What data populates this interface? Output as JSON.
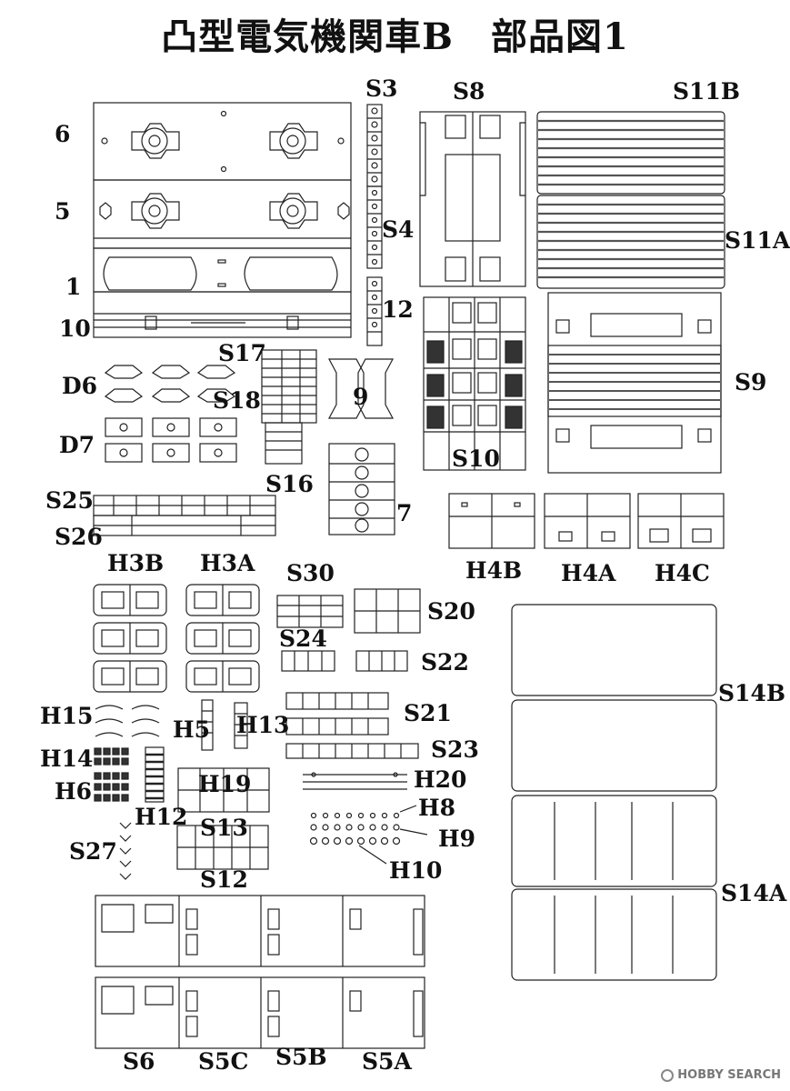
{
  "title": "凸型電気機関車B　部品図1",
  "labels": {
    "p6": "6",
    "p5": "5",
    "p1": "1",
    "p10": "10",
    "s3": "S3",
    "s4": "S4",
    "s8": "S8",
    "s11b": "S11B",
    "s11a": "S11A",
    "p12": "12",
    "s9": "S9",
    "s17": "S17",
    "s18": "S18",
    "d6": "D6",
    "d7": "D7",
    "p9": "9",
    "s16": "S16",
    "s10": "S10",
    "p7": "7",
    "s25": "S25",
    "s26": "S26",
    "h4b": "H4B",
    "h4a": "H4A",
    "h4c": "H4C",
    "h3b": "H3B",
    "h3a": "H3A",
    "s30": "S30",
    "s20": "S20",
    "s24": "S24",
    "s22": "S22",
    "s14b": "S14B",
    "h15": "H15",
    "h5": "H5",
    "h13": "H13",
    "s21": "S21",
    "h14": "H14",
    "s23": "S23",
    "h6": "H6",
    "h19": "H19",
    "h20": "H20",
    "h12": "H12",
    "h8": "H8",
    "s13": "S13",
    "h9": "H9",
    "s27": "S27",
    "h10": "H10",
    "s12": "S12",
    "s14a": "S14A",
    "s6": "S6",
    "s5c": "S5C",
    "s5b": "S5B",
    "s5a": "S5A"
  },
  "watermark": "HOBBY SEARCH",
  "watermark_icon": "hobby-search-logo-icon"
}
